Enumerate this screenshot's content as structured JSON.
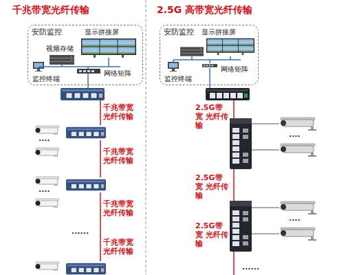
{
  "diagram": {
    "nodes": [
      {
        "text": [
          "安防监控"
        ]
      },
      {
        "text": [
          "显示拼接屏"
        ],
        "in": 0
      },
      {
        "text": [
          "视频存储"
        ],
        "in": 0
      },
      {
        "text": [
          "网络矩阵"
        ],
        "in": 0
      },
      {
        "text": [
          "监控终端"
        ],
        "in": 0
      },
      {
        "text": [
          "安防监控"
        ]
      },
      {
        "text": [
          "显示拼接屏"
        ],
        "in": 5
      },
      {
        "text": [
          "网络矩阵"
        ],
        "in": 5
      },
      {
        "text": [
          "监控终端"
        ],
        "in": 5
      }
    ],
    "labels": [
      "千兆带宽光纤传输",
      "2.5G 高带宽光纤传输",
      "千兆带宽 光纤传输",
      "千兆带宽 光纤传输",
      "千兆带宽 光纤传输",
      "千兆带宽 光纤传输",
      "····",
      "····",
      "......",
      "2.5G带宽 光纤传输",
      "2.5G带宽 光纤传输",
      "2.5G带宽 光纤传输",
      "····",
      "····",
      "......"
    ]
  }
}
